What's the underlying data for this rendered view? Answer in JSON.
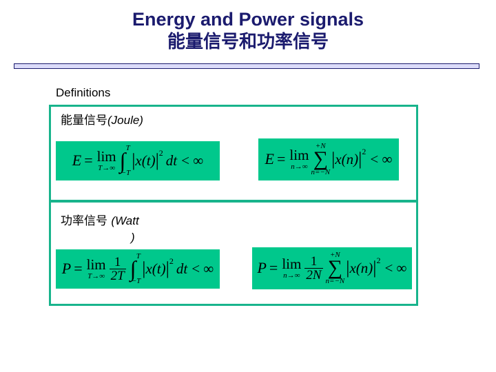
{
  "slide": {
    "title_en": "Energy and Power signals",
    "title_zh": "能量信号和功率信号",
    "title_color": "#1b1b6e",
    "rule_fill": "#dcdcfa",
    "rule_border": "#1b1b6e",
    "definitions_label": "Definitions",
    "box_border_color": "#18b48c",
    "formula_bg_color": "#00c88c"
  },
  "sections": [
    {
      "heading_zh": "能量信号",
      "heading_unit": "(Joule)",
      "formulas": [
        {
          "name": "energy-continuous",
          "lhs": "E",
          "eq": "=",
          "limit_label": "lim",
          "limit_sub": "T→∞",
          "operator": "∫",
          "operator_upper": "T",
          "operator_lower": "−T",
          "integrand": "|x(t)|²",
          "differential": "dt",
          "relation": "< ∞",
          "latex": "E = \\lim_{T\\to\\infty} \\int_{-T}^{T} |x(t)|^{2} dt < \\infty"
        },
        {
          "name": "energy-discrete",
          "lhs": "E",
          "eq": "=",
          "limit_label": "lim",
          "limit_sub": "n→∞",
          "operator": "∑",
          "operator_upper": "+N",
          "operator_lower": "n=−N",
          "integrand": "|x(n)|²",
          "differential": "",
          "relation": "< ∞",
          "latex": "E = \\lim_{n\\to\\infty} \\sum_{n=-N}^{+N} |x(n)|^{2} < \\infty"
        }
      ]
    },
    {
      "heading_zh": "功率信号 ",
      "heading_unit": "(Watt",
      "heading_unit_wrap": ")",
      "formulas": [
        {
          "name": "power-continuous",
          "lhs": "P",
          "eq": "=",
          "limit_label": "lim",
          "limit_sub": "T→∞",
          "coefficient_num": "1",
          "coefficient_den": "2T",
          "operator": "∫",
          "operator_upper": "T",
          "operator_lower": "−T",
          "integrand": "|x(t)|²",
          "differential": "dt",
          "relation": "< ∞",
          "latex": "P = \\lim_{T\\to\\infty} \\frac{1}{2T} \\int_{-T}^{T} |x(t)|^{2} dt < \\infty"
        },
        {
          "name": "power-discrete",
          "lhs": "P",
          "eq": "=",
          "limit_label": "lim",
          "limit_sub": "n→∞",
          "coefficient_num": "1",
          "coefficient_den": "2N",
          "operator": "∑",
          "operator_upper": "+N",
          "operator_lower": "n=−N",
          "integrand": "|x(n)|²",
          "differential": "",
          "relation": "< ∞",
          "latex": "P = \\lim_{n\\to\\infty} \\frac{1}{2N} \\sum_{n=-N}^{+N} |x(n)|^{2} < \\infty"
        }
      ]
    }
  ],
  "math_glyphs": {
    "integral": "∫",
    "sigma": "∑",
    "infinity": "∞",
    "less_than": "<",
    "equals": "=",
    "abs_bar": "|",
    "square_exponent": "2"
  }
}
